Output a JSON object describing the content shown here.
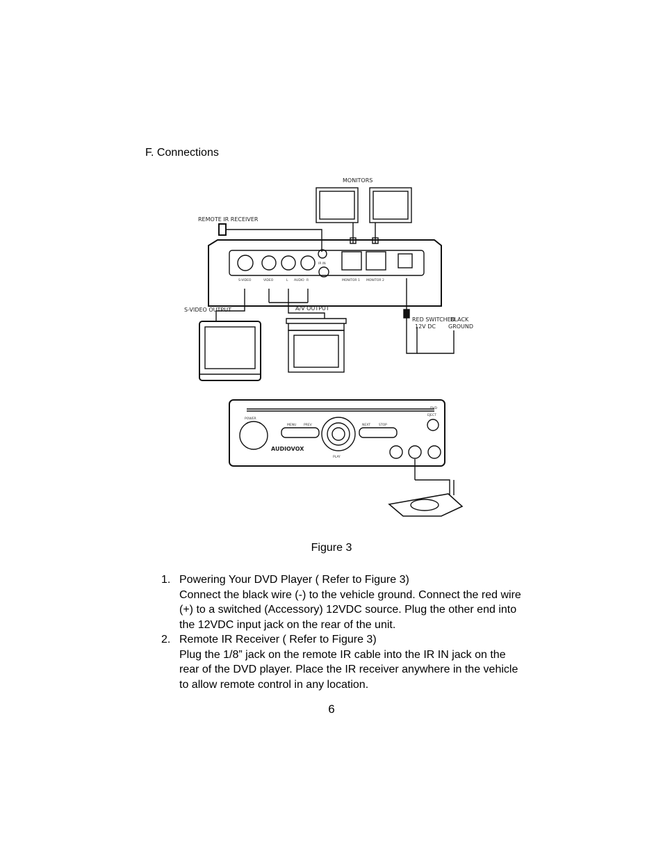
{
  "section": {
    "heading": "F. Connections"
  },
  "figure": {
    "caption": "Figure 3",
    "labels": {
      "monitors": "MONITORS",
      "remote_ir": "REMOTE IR RECEIVER",
      "s_video_in": "S-VIDEO",
      "video": "VIDEO",
      "l": "L",
      "audio": "AUDIO",
      "r": "R",
      "ir_in": "IR IN",
      "monitor1": "MONITOR 1",
      "monitor2": "MONITOR 2",
      "svideo_output": "S-VIDEO OUTPUT",
      "av_output": "A/V OUTPUT",
      "red_switched_1": "RED SWITCHED",
      "red_switched_2": "12V DC",
      "black_ground_1": "BLACK",
      "black_ground_2": "GROUND",
      "power": "POWER",
      "menu": "MENU",
      "prev": "PREV",
      "next": "NEXT",
      "stop": "STOP",
      "brand": "AUDIOVOX",
      "eject": "EJECT",
      "dvd": "DVD",
      "play": "PLAY"
    }
  },
  "instructions": [
    {
      "number": "1.",
      "title": "Powering Your DVD Player ( Refer to Figure 3)",
      "body": "Connect the black wire (-) to the vehicle ground.  Connect the red wire (+) to a switched (Accessory) 12VDC source.  Plug the other end into the 12VDC input jack on the rear of the unit."
    },
    {
      "number": "2.",
      "title": "Remote IR Receiver ( Refer to Figure 3)",
      "body": "Plug the 1/8” jack on the remote  IR cable into the IR IN jack on the rear of the DVD player.  Place the IR receiver anywhere in the vehicle to allow remote control in any location."
    }
  ],
  "page_number": "6"
}
